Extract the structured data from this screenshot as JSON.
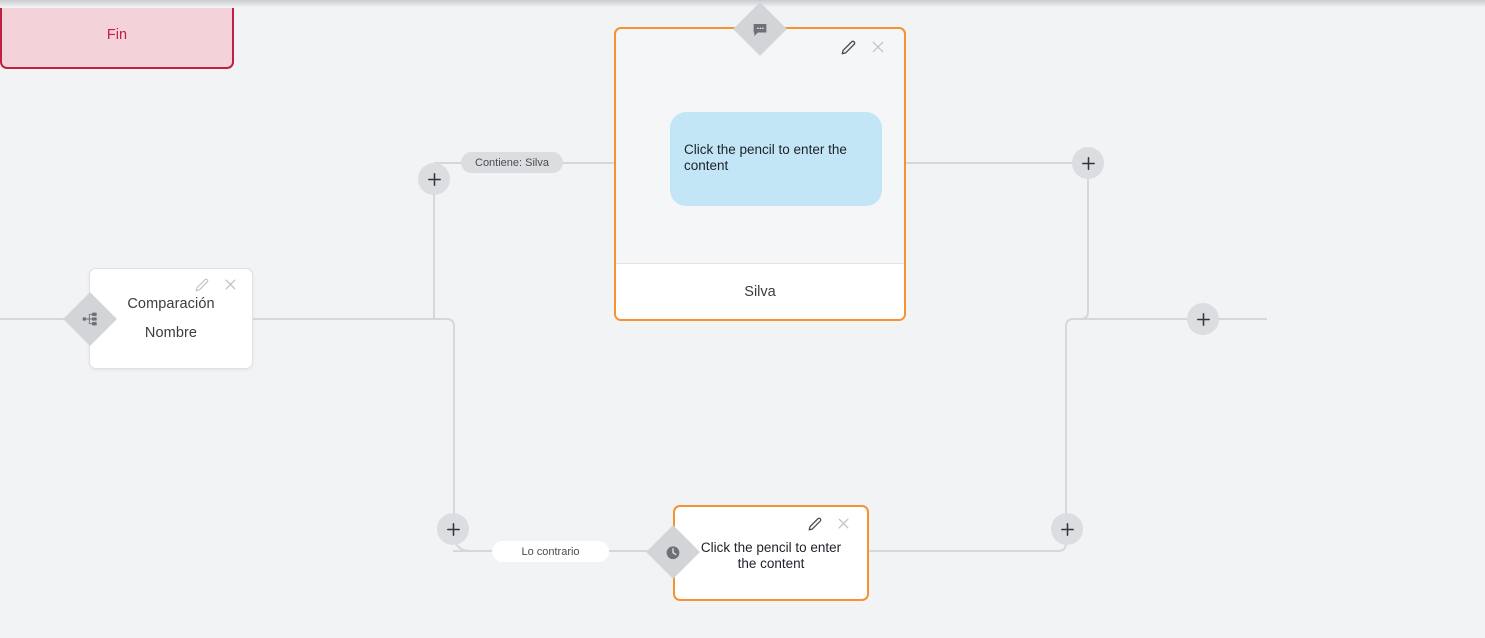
{
  "canvas": {
    "background_color": "#f2f3f5",
    "accent_orange": "#f79232",
    "accent_red": "#c02044",
    "bubble_blue": "#c3e6f7",
    "wire_color": "#d5d7da"
  },
  "nodes": {
    "comparison": {
      "title": "Comparación",
      "subtitle": "Nombre",
      "badge_icon": "branch-icon",
      "edit_icon": "pencil-icon",
      "close_icon": "close-icon"
    },
    "message": {
      "badge_icon": "chat-bubble-icon",
      "bubble_text": "Click the pencil to enter the content",
      "footer_label": "Silva",
      "edit_icon": "pencil-icon",
      "close_icon": "close-icon"
    },
    "delay": {
      "badge_icon": "clock-icon",
      "text": "Click the pencil to enter the content",
      "edit_icon": "pencil-icon",
      "close_icon": "close-icon"
    },
    "end": {
      "label": "Fin"
    }
  },
  "edge_labels": {
    "contains": "Contiene: Silva",
    "otherwise": "Lo contrario"
  },
  "add_buttons": [
    {
      "name": "add-node-top-left"
    },
    {
      "name": "add-node-top-right"
    },
    {
      "name": "add-node-bottom-left"
    },
    {
      "name": "add-node-bottom-right"
    },
    {
      "name": "add-node-end"
    }
  ]
}
